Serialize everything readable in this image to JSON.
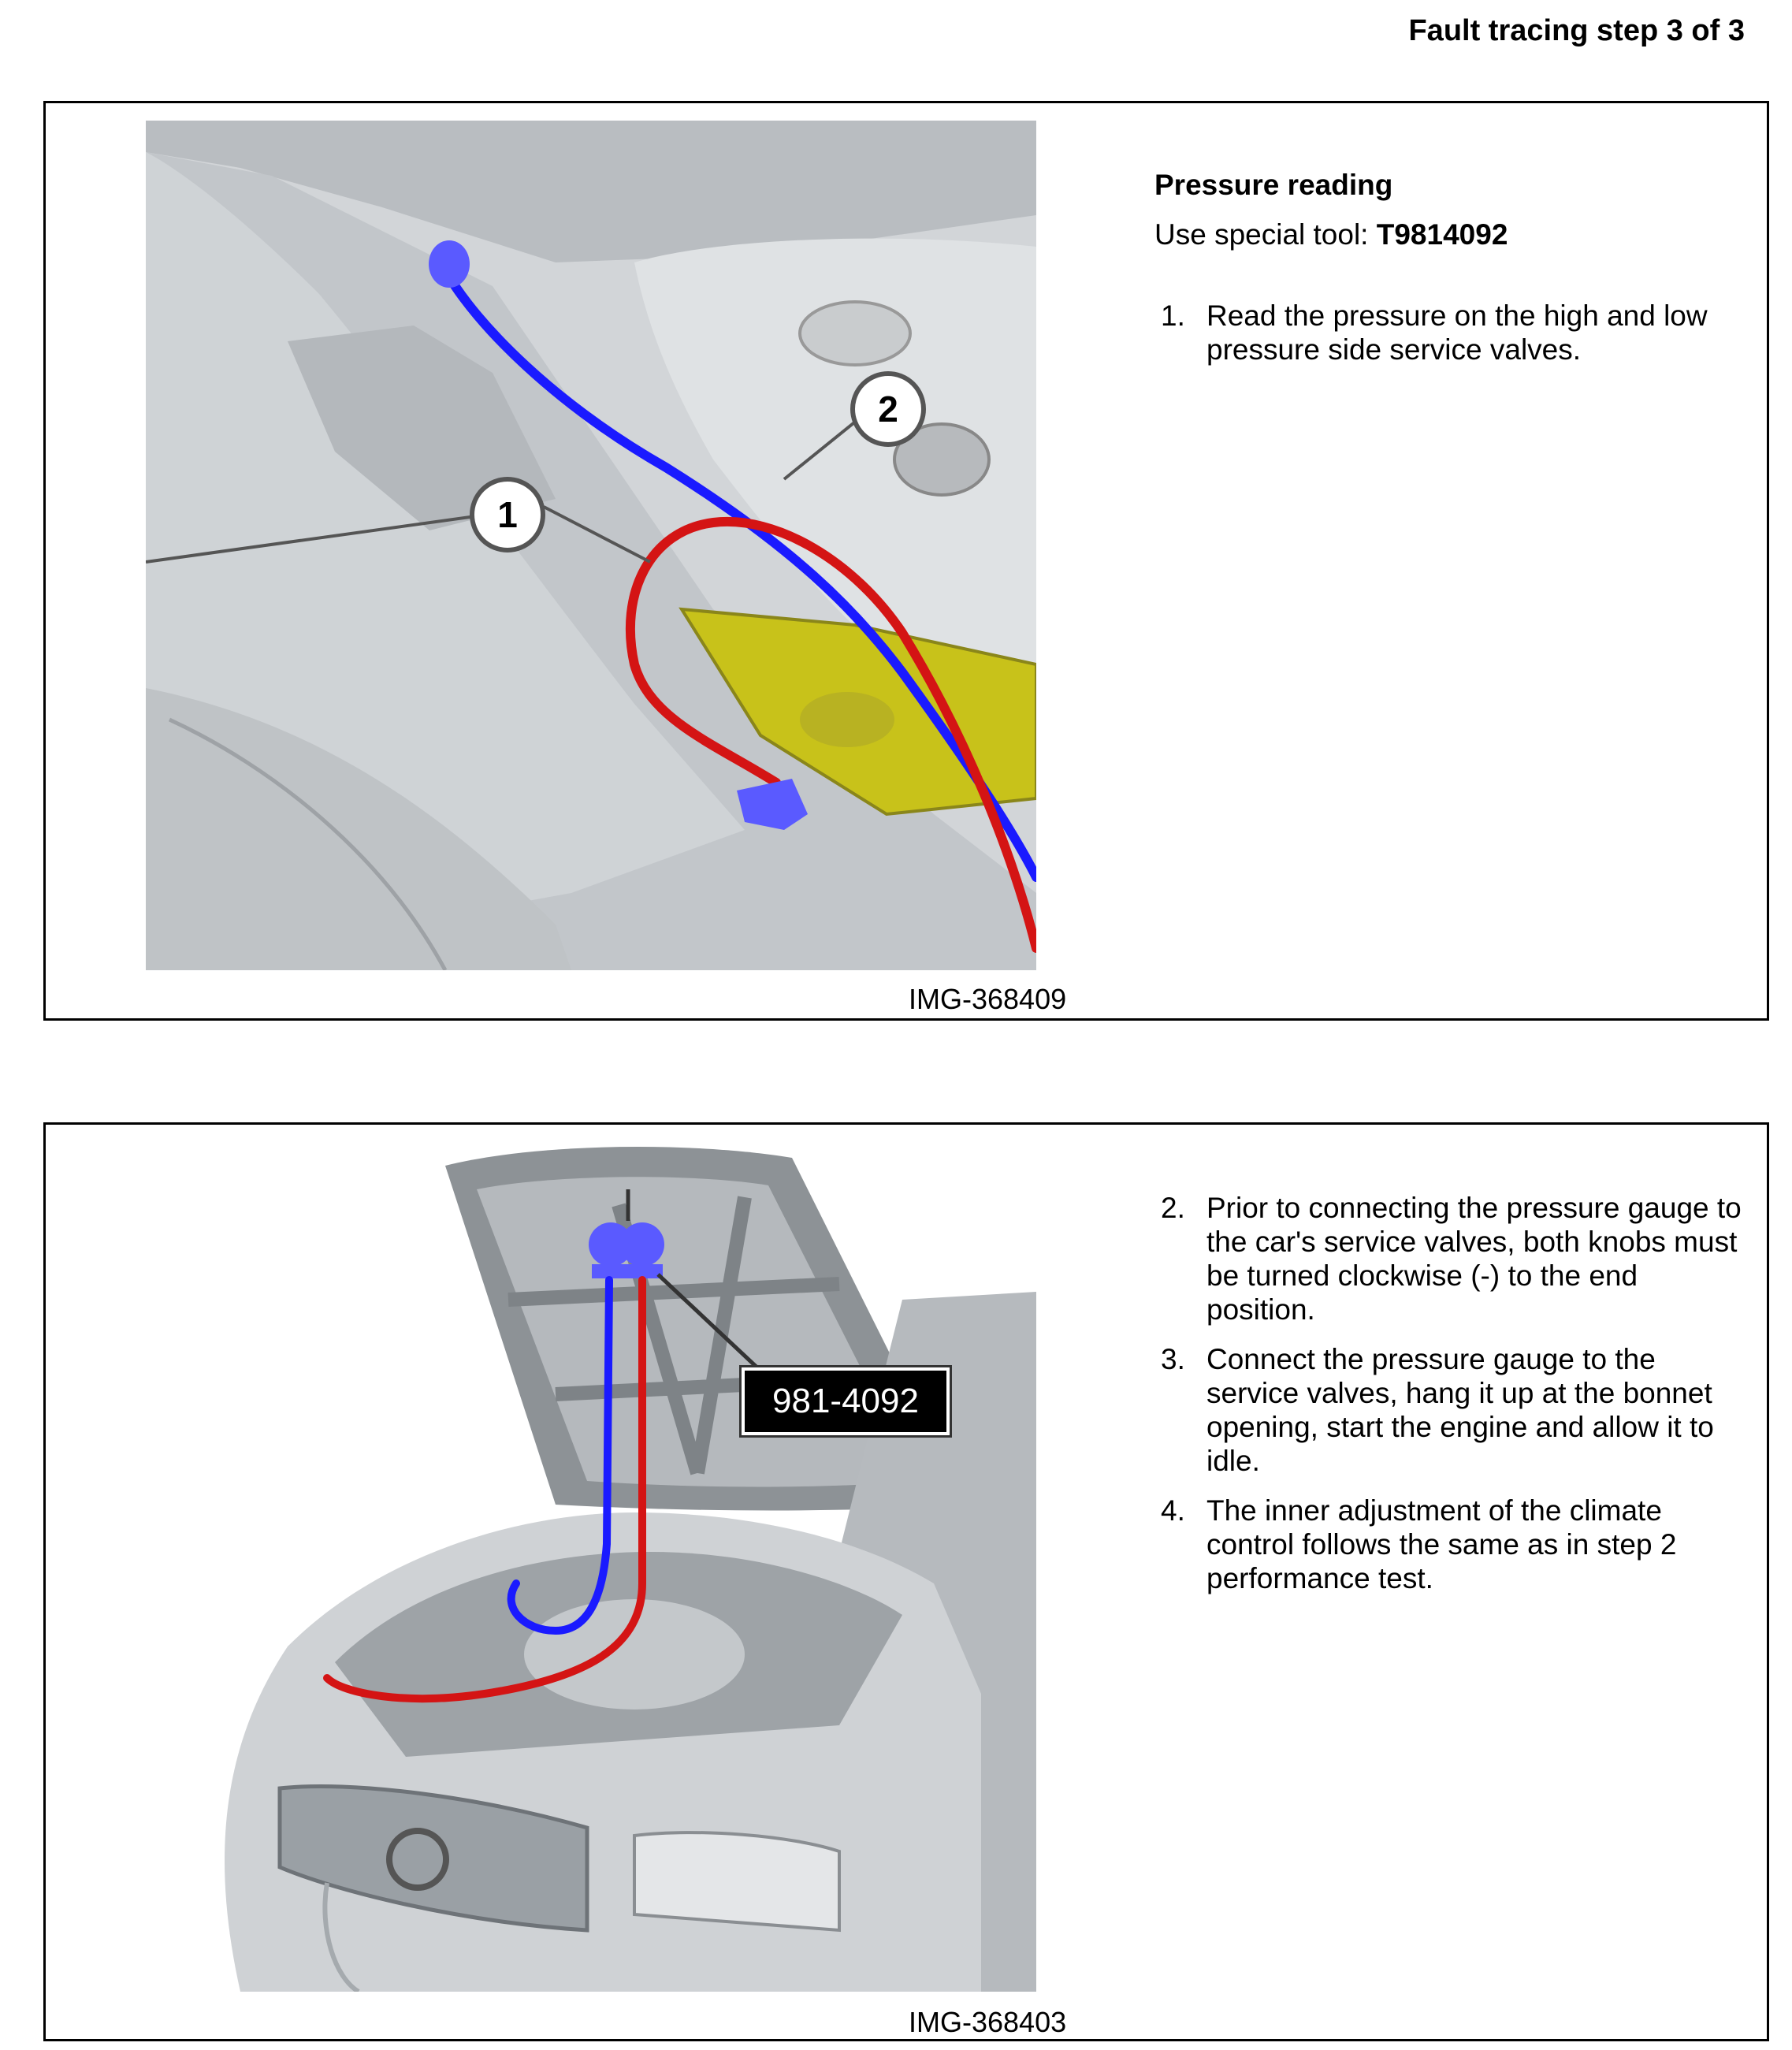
{
  "header": {
    "title": "Fault tracing step 3 of 3"
  },
  "panel1": {
    "image_id": "IMG-368409",
    "callouts": [
      "1",
      "2"
    ],
    "section_title": "Pressure reading",
    "tool_prefix": "Use special tool:",
    "tool_number": "T9814092",
    "steps": [
      {
        "num": "1.",
        "text": "Read the pressure on the high and low pressure side service valves."
      }
    ]
  },
  "panel2": {
    "image_id": "IMG-368403",
    "tool_label": "981-4092",
    "steps": [
      {
        "num": "2.",
        "text": "Prior to connecting the pressure gauge to the car's service valves, both knobs must be turned clockwise (-) to the end position."
      },
      {
        "num": "3.",
        "text": "Connect the pressure gauge to the service valves, hang it up at the bonnet opening, start the engine and allow it to idle."
      },
      {
        "num": "4.",
        "text": "The inner adjustment of the climate control follows the same as in step 2 performance test."
      }
    ]
  },
  "colors": {
    "low_side_hose": "#1a1aff",
    "high_side_hose": "#d41414",
    "highlight_part": "#c8c21a",
    "body_grey": "#c9cdd0"
  }
}
